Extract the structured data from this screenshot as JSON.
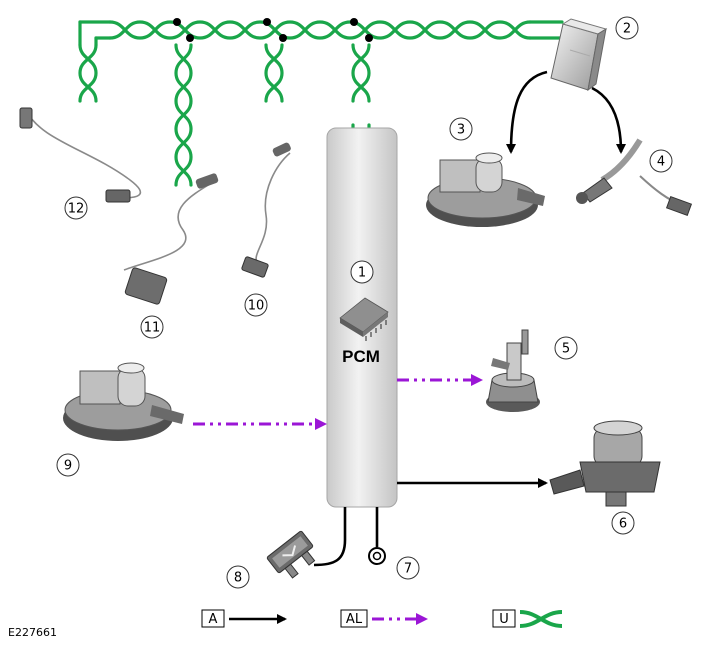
{
  "diagram": {
    "module_label": "PCM",
    "reference_code": "E227661",
    "callouts": [
      "1",
      "2",
      "3",
      "4",
      "5",
      "6",
      "7",
      "8",
      "9",
      "10",
      "11",
      "12"
    ],
    "legend": [
      {
        "code": "A",
        "style": "solid",
        "color": "#000000"
      },
      {
        "code": "AL",
        "style": "dash-dot-dot",
        "color": "#9b16d6"
      },
      {
        "code": "U",
        "style": "twisted-pair",
        "color": "#1aa64a"
      }
    ],
    "colors": {
      "can_bus": "#1aa64a",
      "lin_signal": "#9b16d6",
      "hardwired": "#000000",
      "module_fill": "#dcdcdc"
    }
  }
}
